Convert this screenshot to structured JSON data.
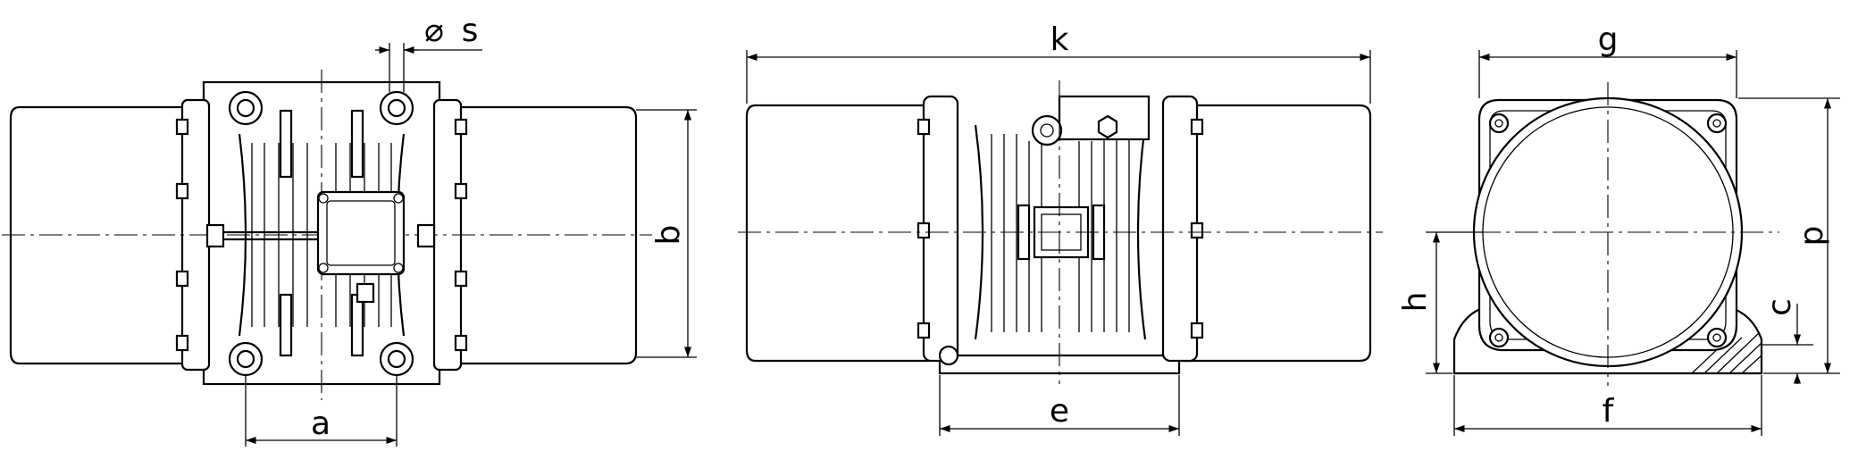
{
  "dimension_labels": {
    "s": "s",
    "diameter_symbol": "⌀",
    "a": "a",
    "b": "b",
    "k": "k",
    "e": "e",
    "g": "g",
    "f": "f",
    "p": "p",
    "h": "h",
    "c": "c"
  }
}
